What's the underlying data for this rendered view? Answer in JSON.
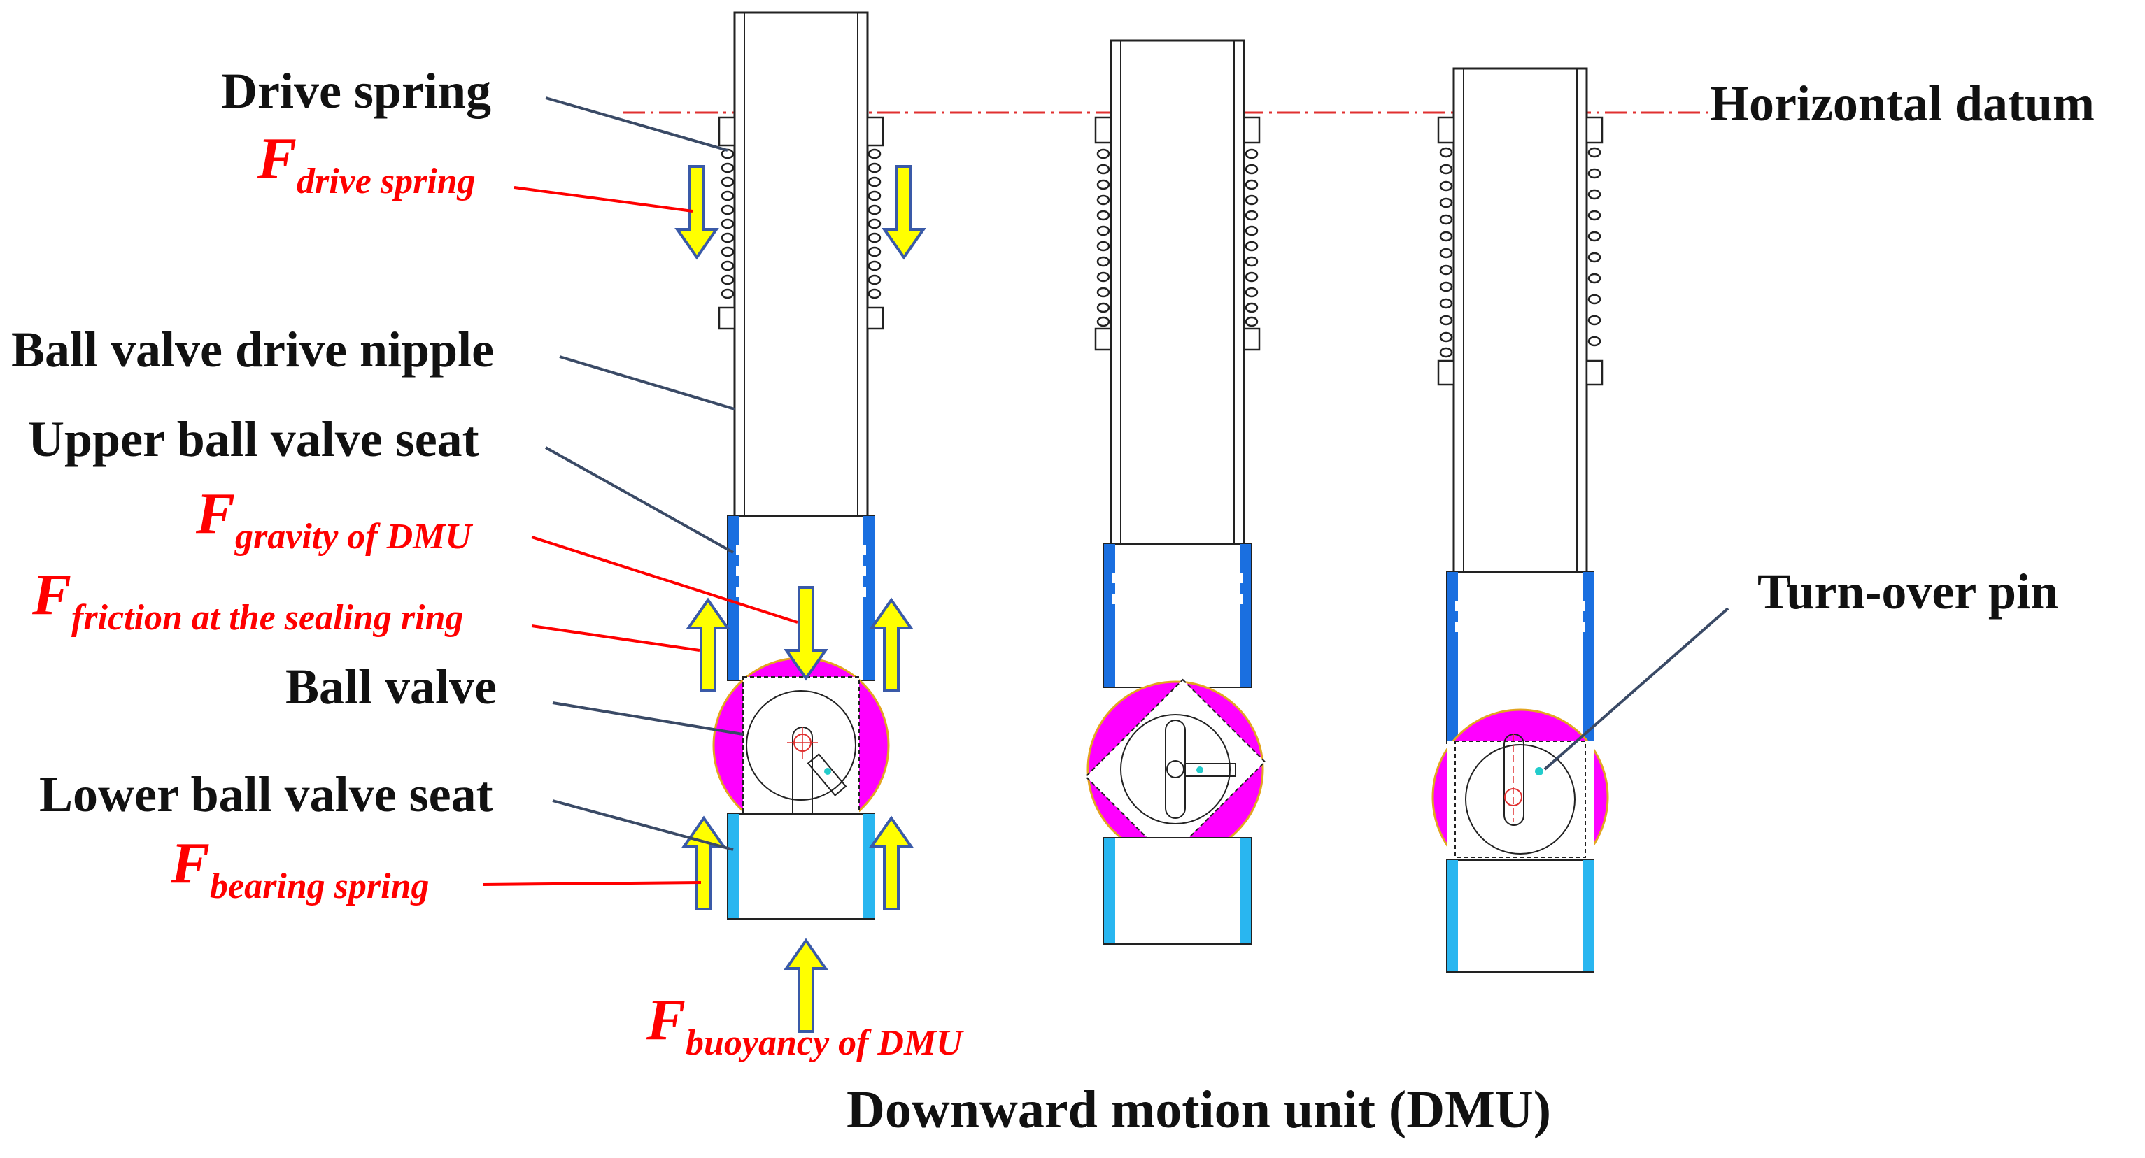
{
  "labels": {
    "drive_spring": "Drive spring",
    "ball_valve_drive_nipple": "Ball valve drive nipple",
    "upper_ball_valve_seat": "Upper ball valve seat",
    "ball_valve": "Ball valve",
    "lower_ball_valve_seat": "Lower ball valve seat",
    "horizontal_datum": "Horizontal datum",
    "turn_over_pin": "Turn-over pin"
  },
  "forces": {
    "f_symbol": "F",
    "drive_spring": "drive spring",
    "gravity": "gravity of DMU",
    "friction": "friction at the sealing ring",
    "bearing_spring": "bearing spring",
    "buoyancy": "buoyancy of DMU"
  },
  "caption": "Downward motion unit (DMU)",
  "colors": {
    "label_text": "#111111",
    "force_text": "#ff0000",
    "leader_line": "#3a4a66",
    "force_leader": "#ff0000",
    "arrow_fill": "#ffff00",
    "arrow_stroke": "#3a5aa8",
    "upper_seat": "#1a6fe0",
    "lower_seat": "#29b6f0",
    "ball_valve": "#ff00ff",
    "datum_line": "#e03030"
  }
}
